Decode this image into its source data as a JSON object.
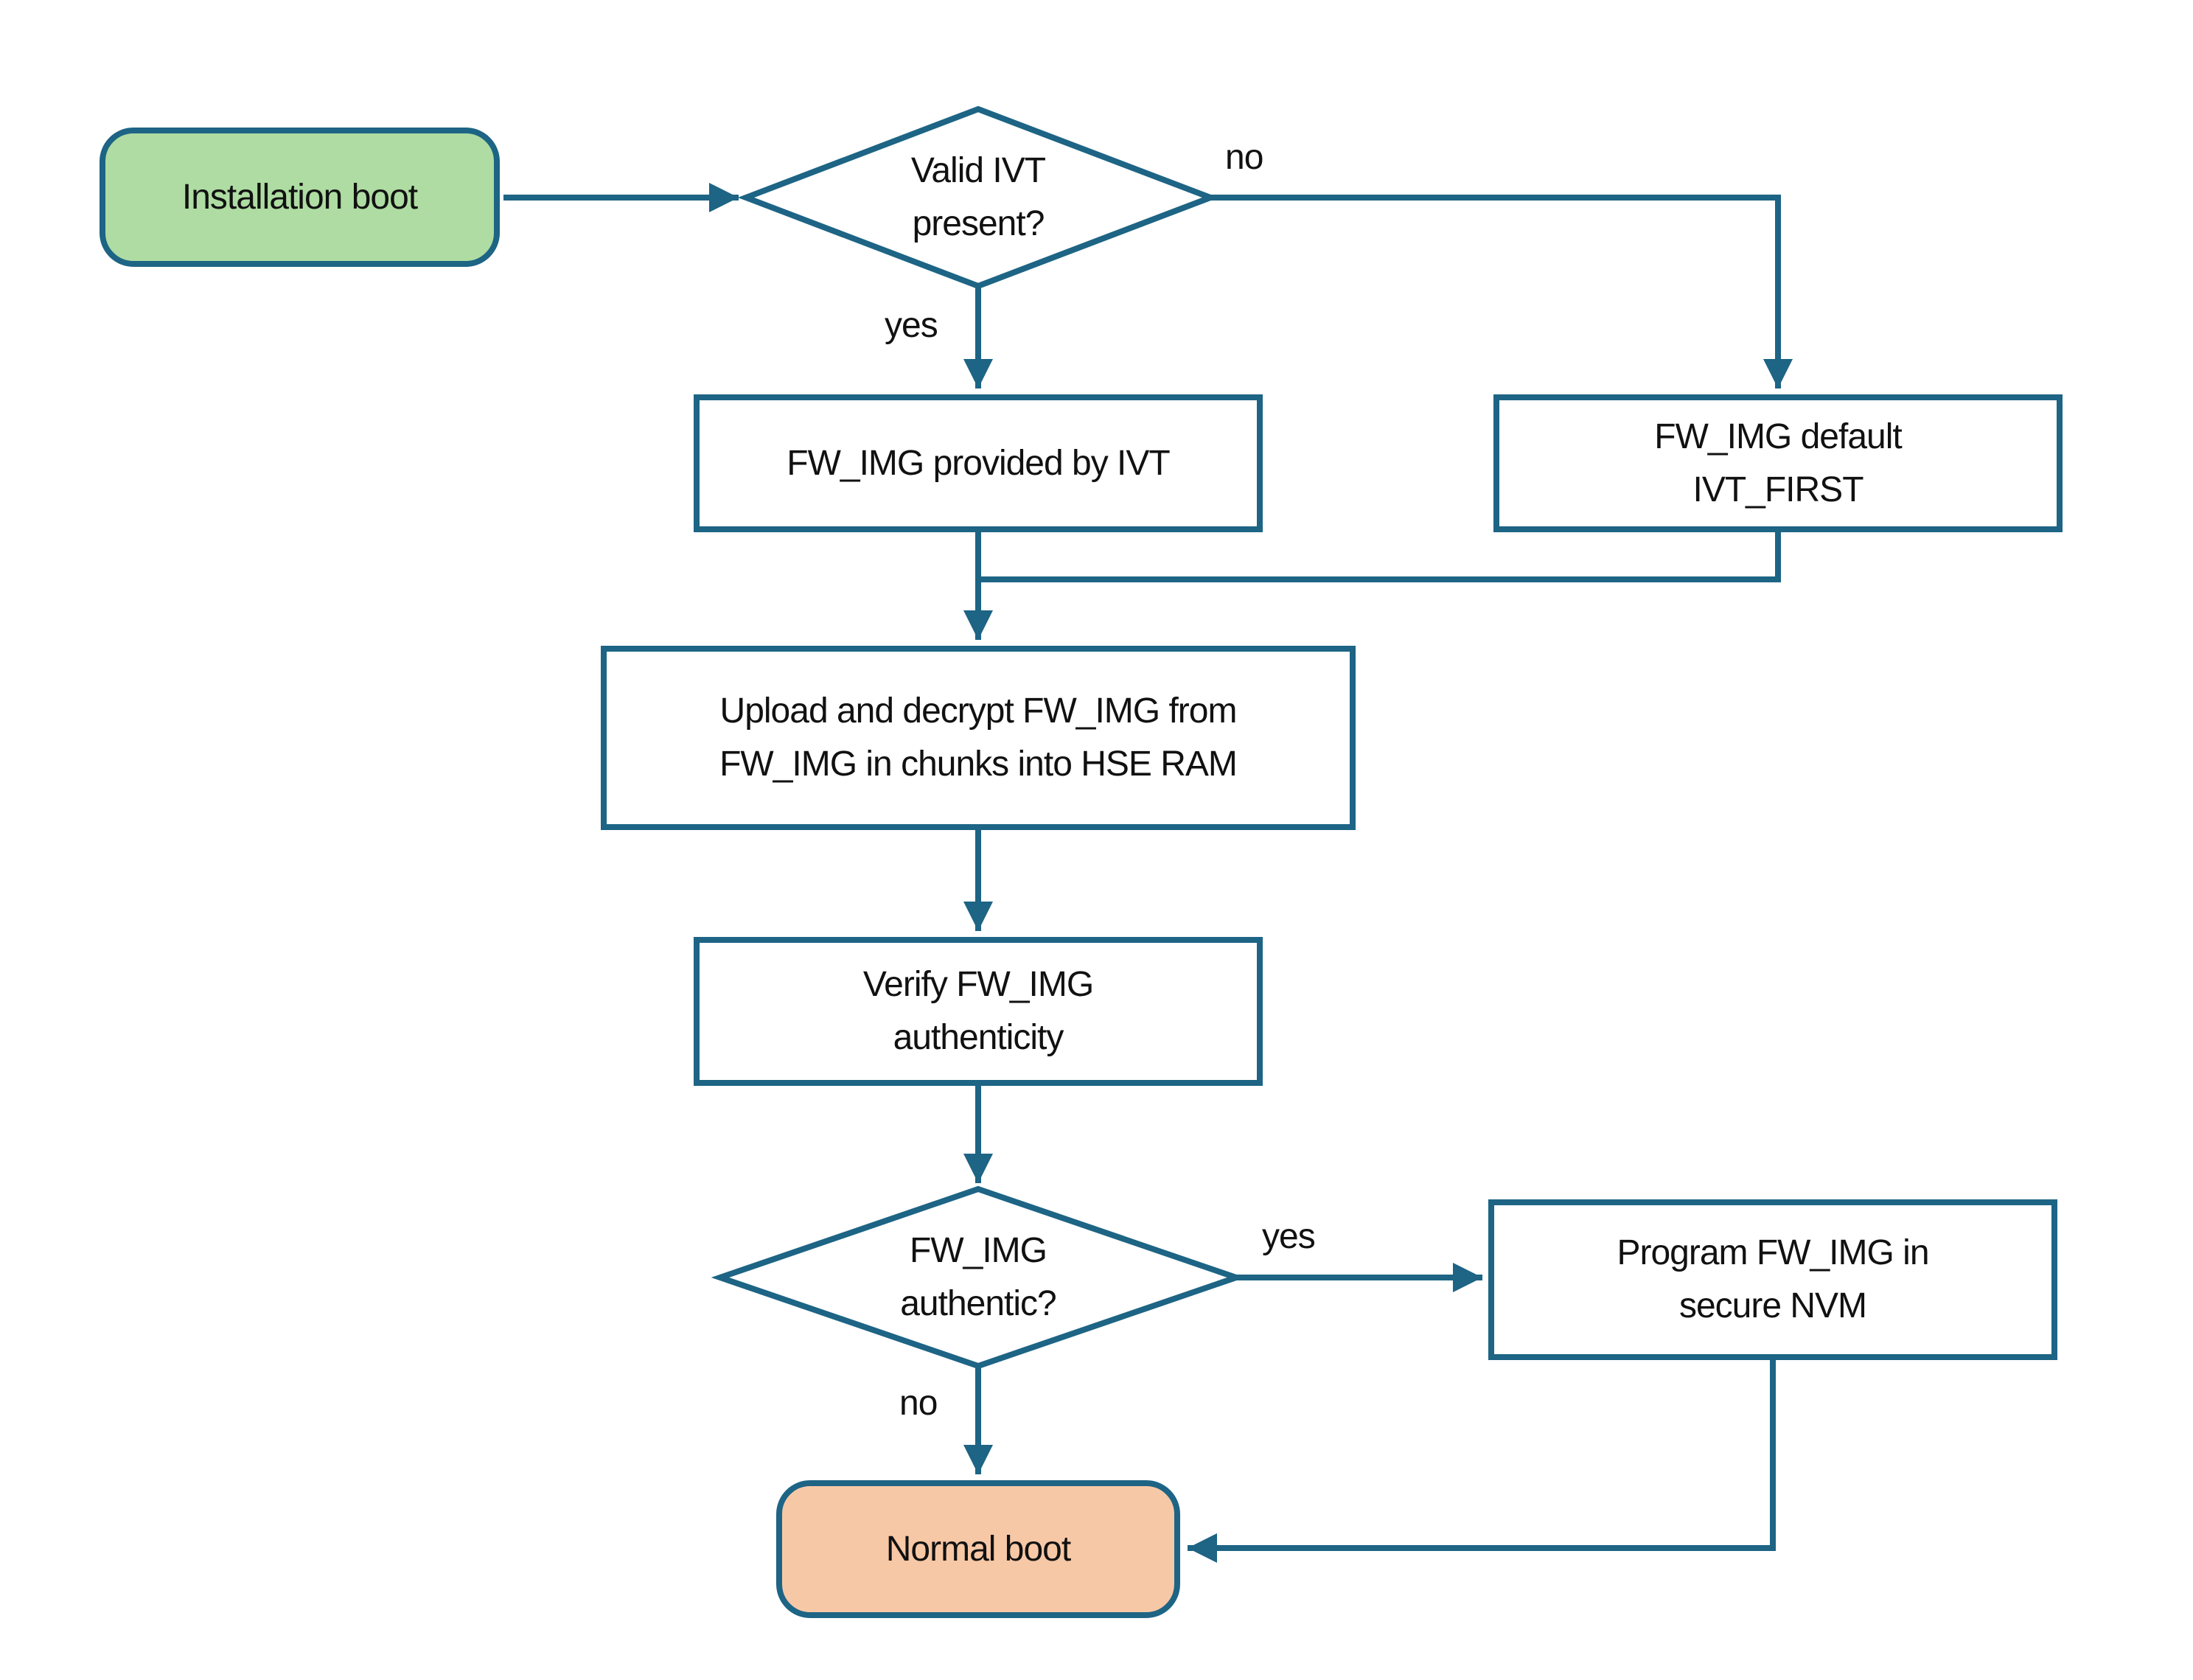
{
  "diagram": {
    "type": "flowchart",
    "background": "#ffffff",
    "nodes": {
      "start": {
        "label": "Installation boot",
        "shape": "terminator",
        "fill": "#aedca2"
      },
      "decision_ivt": {
        "label": "Valid IVT\npresent?",
        "shape": "decision",
        "fill": "#ffffff"
      },
      "fw_provided": {
        "label": "FW_IMG provided by IVT",
        "shape": "process",
        "fill": "#ffffff"
      },
      "fw_default": {
        "label": "FW_IMG default\nIVT_FIRST",
        "shape": "process",
        "fill": "#ffffff"
      },
      "upload": {
        "label": "Upload and decrypt FW_IMG from\nFW_IMG in chunks into HSE RAM",
        "shape": "process",
        "fill": "#ffffff"
      },
      "verify": {
        "label": "Verify FW_IMG\nauthenticity",
        "shape": "process",
        "fill": "#ffffff"
      },
      "decision_auth": {
        "label": "FW_IMG\nauthentic?",
        "shape": "decision",
        "fill": "#ffffff"
      },
      "program": {
        "label": "Program FW_IMG in\nsecure NVM",
        "shape": "process",
        "fill": "#ffffff"
      },
      "end": {
        "label": "Normal boot",
        "shape": "terminator",
        "fill": "#f7c8a6"
      }
    },
    "edge_labels": {
      "ivt_no": "no",
      "ivt_yes": "yes",
      "auth_yes": "yes",
      "auth_no": "no"
    },
    "edges": [
      {
        "from": "start",
        "to": "decision_ivt",
        "label": ""
      },
      {
        "from": "decision_ivt",
        "to": "fw_provided",
        "label": "yes"
      },
      {
        "from": "decision_ivt",
        "to": "fw_default",
        "label": "no"
      },
      {
        "from": "fw_provided",
        "to": "upload",
        "label": ""
      },
      {
        "from": "fw_default",
        "to": "upload",
        "label": ""
      },
      {
        "from": "upload",
        "to": "verify",
        "label": ""
      },
      {
        "from": "verify",
        "to": "decision_auth",
        "label": ""
      },
      {
        "from": "decision_auth",
        "to": "program",
        "label": "yes"
      },
      {
        "from": "decision_auth",
        "to": "end",
        "label": "no"
      },
      {
        "from": "program",
        "to": "end",
        "label": ""
      }
    ],
    "colors": {
      "connector": "#1d6485",
      "start_fill": "#aedca2",
      "end_fill": "#f7c8a6",
      "process_fill": "#ffffff",
      "text": "#111111"
    }
  }
}
